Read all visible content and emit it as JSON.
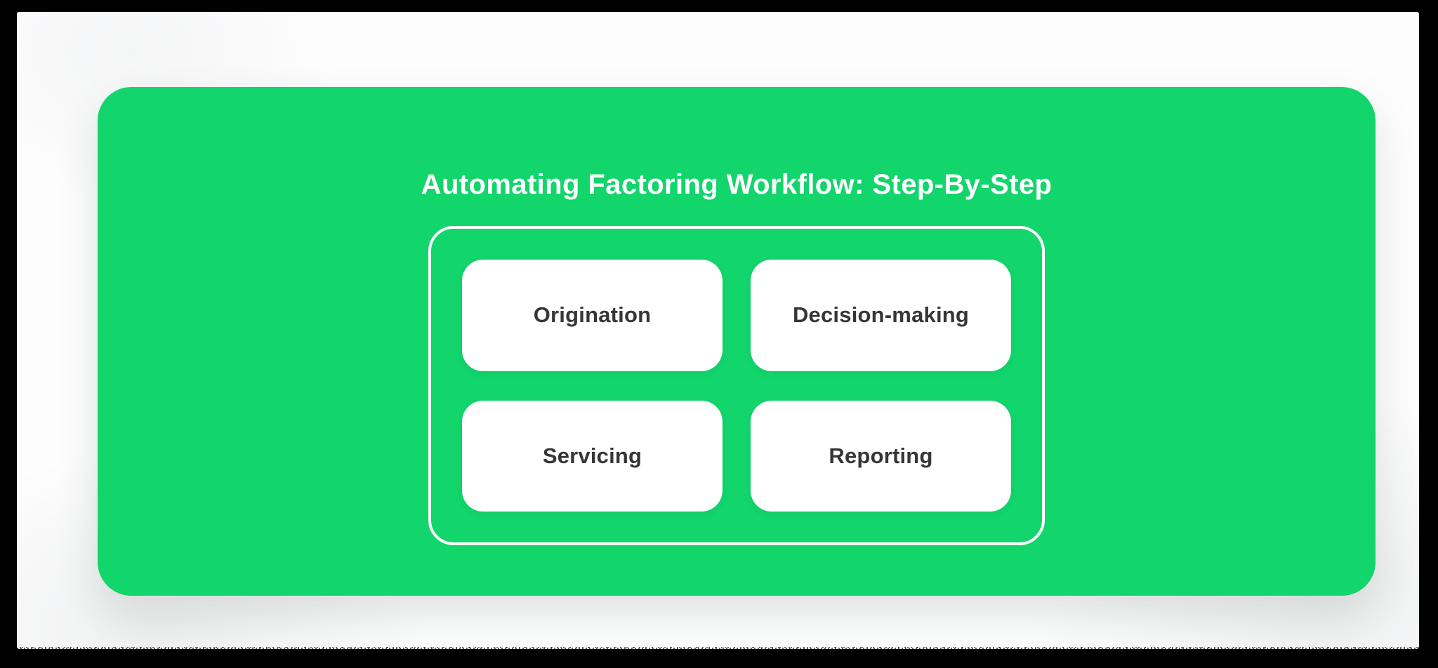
{
  "diagram": {
    "title": "Automating Factoring Workflow: Step-By-Step",
    "steps": [
      {
        "label": "Origination"
      },
      {
        "label": "Decision-making"
      },
      {
        "label": "Servicing"
      },
      {
        "label": "Reporting"
      }
    ]
  },
  "colors": {
    "panel_green": "#12D56C",
    "frame_black": "#000000",
    "paper_white": "#FDFDFE",
    "node_white": "#FFFFFF",
    "title_text": "#FFFFFF",
    "step_text": "#363636"
  }
}
